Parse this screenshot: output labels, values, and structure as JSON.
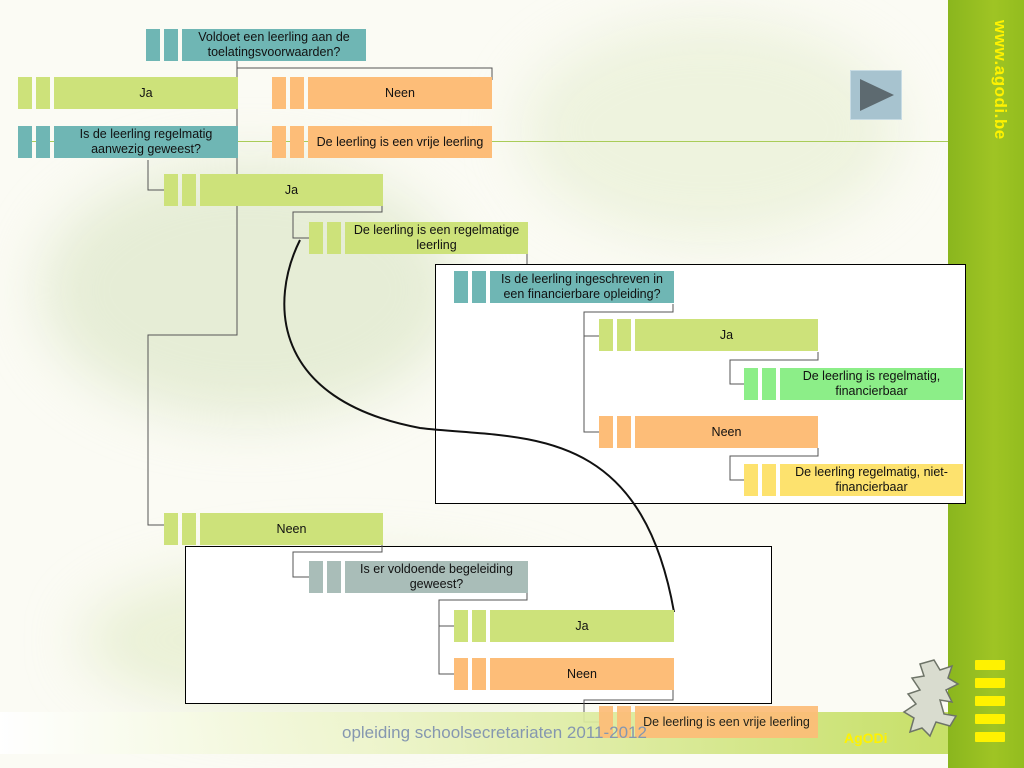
{
  "sidebar": {
    "url": "www.agodi.be"
  },
  "footer": {
    "text": "opleiding schoolsecretariaten 2011-2012",
    "logo": "AgODi"
  },
  "play_button": {
    "icon": "play-icon"
  },
  "nodes": {
    "q1": "Voldoet een leerling aan de toelatingsvoorwaarden?",
    "ja1": "Ja",
    "neen1": "Neen",
    "q2": "Is de leerling regelmatig aanwezig geweest?",
    "vrije": "De leerling is een vrije leerling",
    "ja2": "Ja",
    "regelmatig": "De leerling is een regelmatige leerling",
    "q3": "Is de leerling ingeschreven in een financierbare opleiding?",
    "ja3": "Ja",
    "fin": "De leerling is regelmatig, financierbaar",
    "neen3": "Neen",
    "nietfin": "De leerling regelmatig, niet-financierbaar",
    "neen2": "Neen",
    "q4": "Is er voldoende begeleiding geweest?",
    "ja4": "Ja",
    "neen4": "Neen",
    "vrije2": "De leerling is een vrije leerling"
  },
  "colors": {
    "teal": "#6fb6b4",
    "green": "#cde27a",
    "orange": "#fdbd78",
    "brightgreen": "#8cee88",
    "yellow": "#fde26e",
    "gray": "#a9bdb8",
    "sidebar": "#8ab61e",
    "accent": "#fff200"
  }
}
